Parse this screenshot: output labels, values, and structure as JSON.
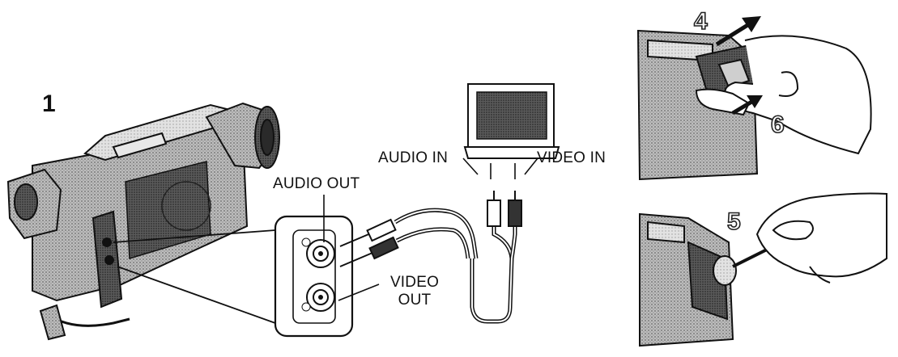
{
  "step_labels": {
    "step1": "1",
    "step4": "4",
    "step5": "5",
    "step6": "6"
  },
  "tv_labels": {
    "audio_in": "AUDIO IN",
    "video_in": "VIDEO IN"
  },
  "port_labels": {
    "audio_out": "AUDIO OUT",
    "video_out_line1": "VIDEO",
    "video_out_line2": "OUT"
  },
  "colors": {
    "ink": "#111111",
    "shade_dark": "#3a3a3a",
    "shade_mid": "#8a8a8a",
    "shade_light": "#cfcfcf",
    "paper": "#ffffff"
  }
}
